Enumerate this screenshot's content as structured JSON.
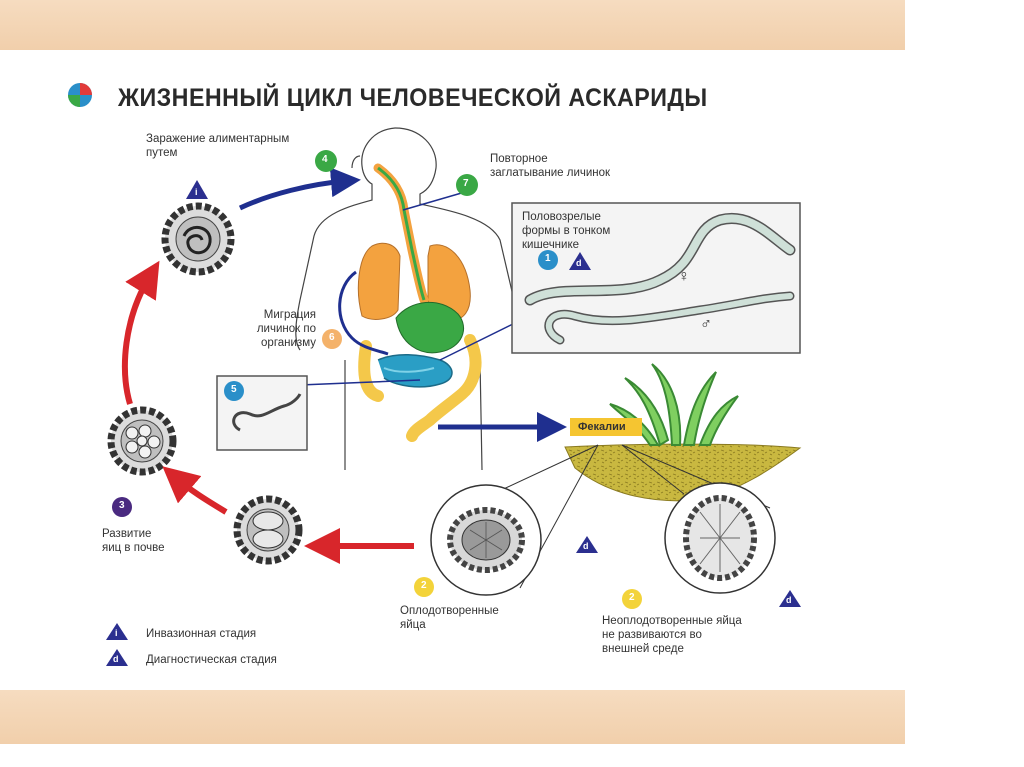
{
  "title": "ЖИЗНЕННЫЙ ЦИКЛ ЧЕЛОВЕЧЕСКОЙ АСКАРИДЫ",
  "labels": {
    "infection": [
      "Заражение алиментарным",
      "путем"
    ],
    "reswallow": [
      "Повторное",
      "заглатывание личинок"
    ],
    "adults": [
      "Половозрелые",
      "формы в тонком",
      "кишечнике"
    ],
    "migration": [
      "Миграция",
      "личинок по",
      "организму"
    ],
    "soil_dev": [
      "Развитие",
      "яиц в почве"
    ],
    "fertilized": [
      "Оплодотворенные",
      "яйца"
    ],
    "unfertilized": [
      "Неоплодотворенные яйца",
      "не развиваются во",
      "внешней среде"
    ],
    "feces": "Фекалии"
  },
  "markers": {
    "step1": "1",
    "step2a": "2",
    "step2b": "2",
    "step3": "3",
    "step4": "4",
    "step5": "5",
    "step6": "6",
    "step7": "7",
    "infective": "i",
    "diagnostic": "d"
  },
  "sex_symbols": {
    "female": "♀",
    "male": "♂"
  },
  "legend": {
    "infective": "Инвазионная стадия",
    "diagnostic": "Диагностическая стадия"
  },
  "colors": {
    "marker_green": "#3aa845",
    "marker_blue": "#2a8fc9",
    "marker_purple": "#4a2a80",
    "marker_orange": "#f4b26a",
    "marker_yellow": "#f3d33a",
    "arrow_red": "#d8262b",
    "arrow_blue": "#1f2f8f",
    "lungs": "#f3a23f",
    "stomach": "#3aa845",
    "intestine": "#f4c84a",
    "grass": "#5fbf4a"
  }
}
